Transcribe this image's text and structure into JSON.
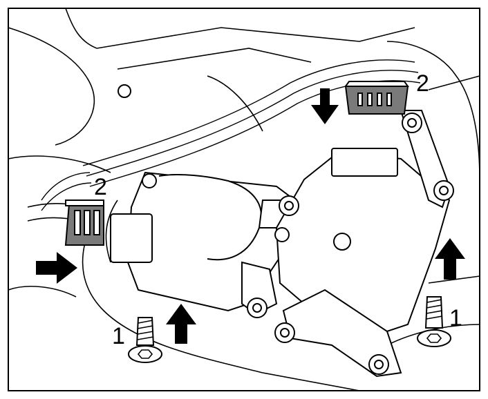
{
  "diagram": {
    "callouts": {
      "c2_top": "2",
      "c2_left": "2",
      "c1_left": "1",
      "c1_right": "1"
    },
    "colors": {
      "line": "#000000",
      "connector_fill": "#7a7a7a",
      "background": "#ffffff"
    },
    "icons": [
      "arrow-down-icon",
      "arrow-right-icon",
      "arrow-up-icon",
      "screw-icon",
      "connector-icon"
    ]
  }
}
